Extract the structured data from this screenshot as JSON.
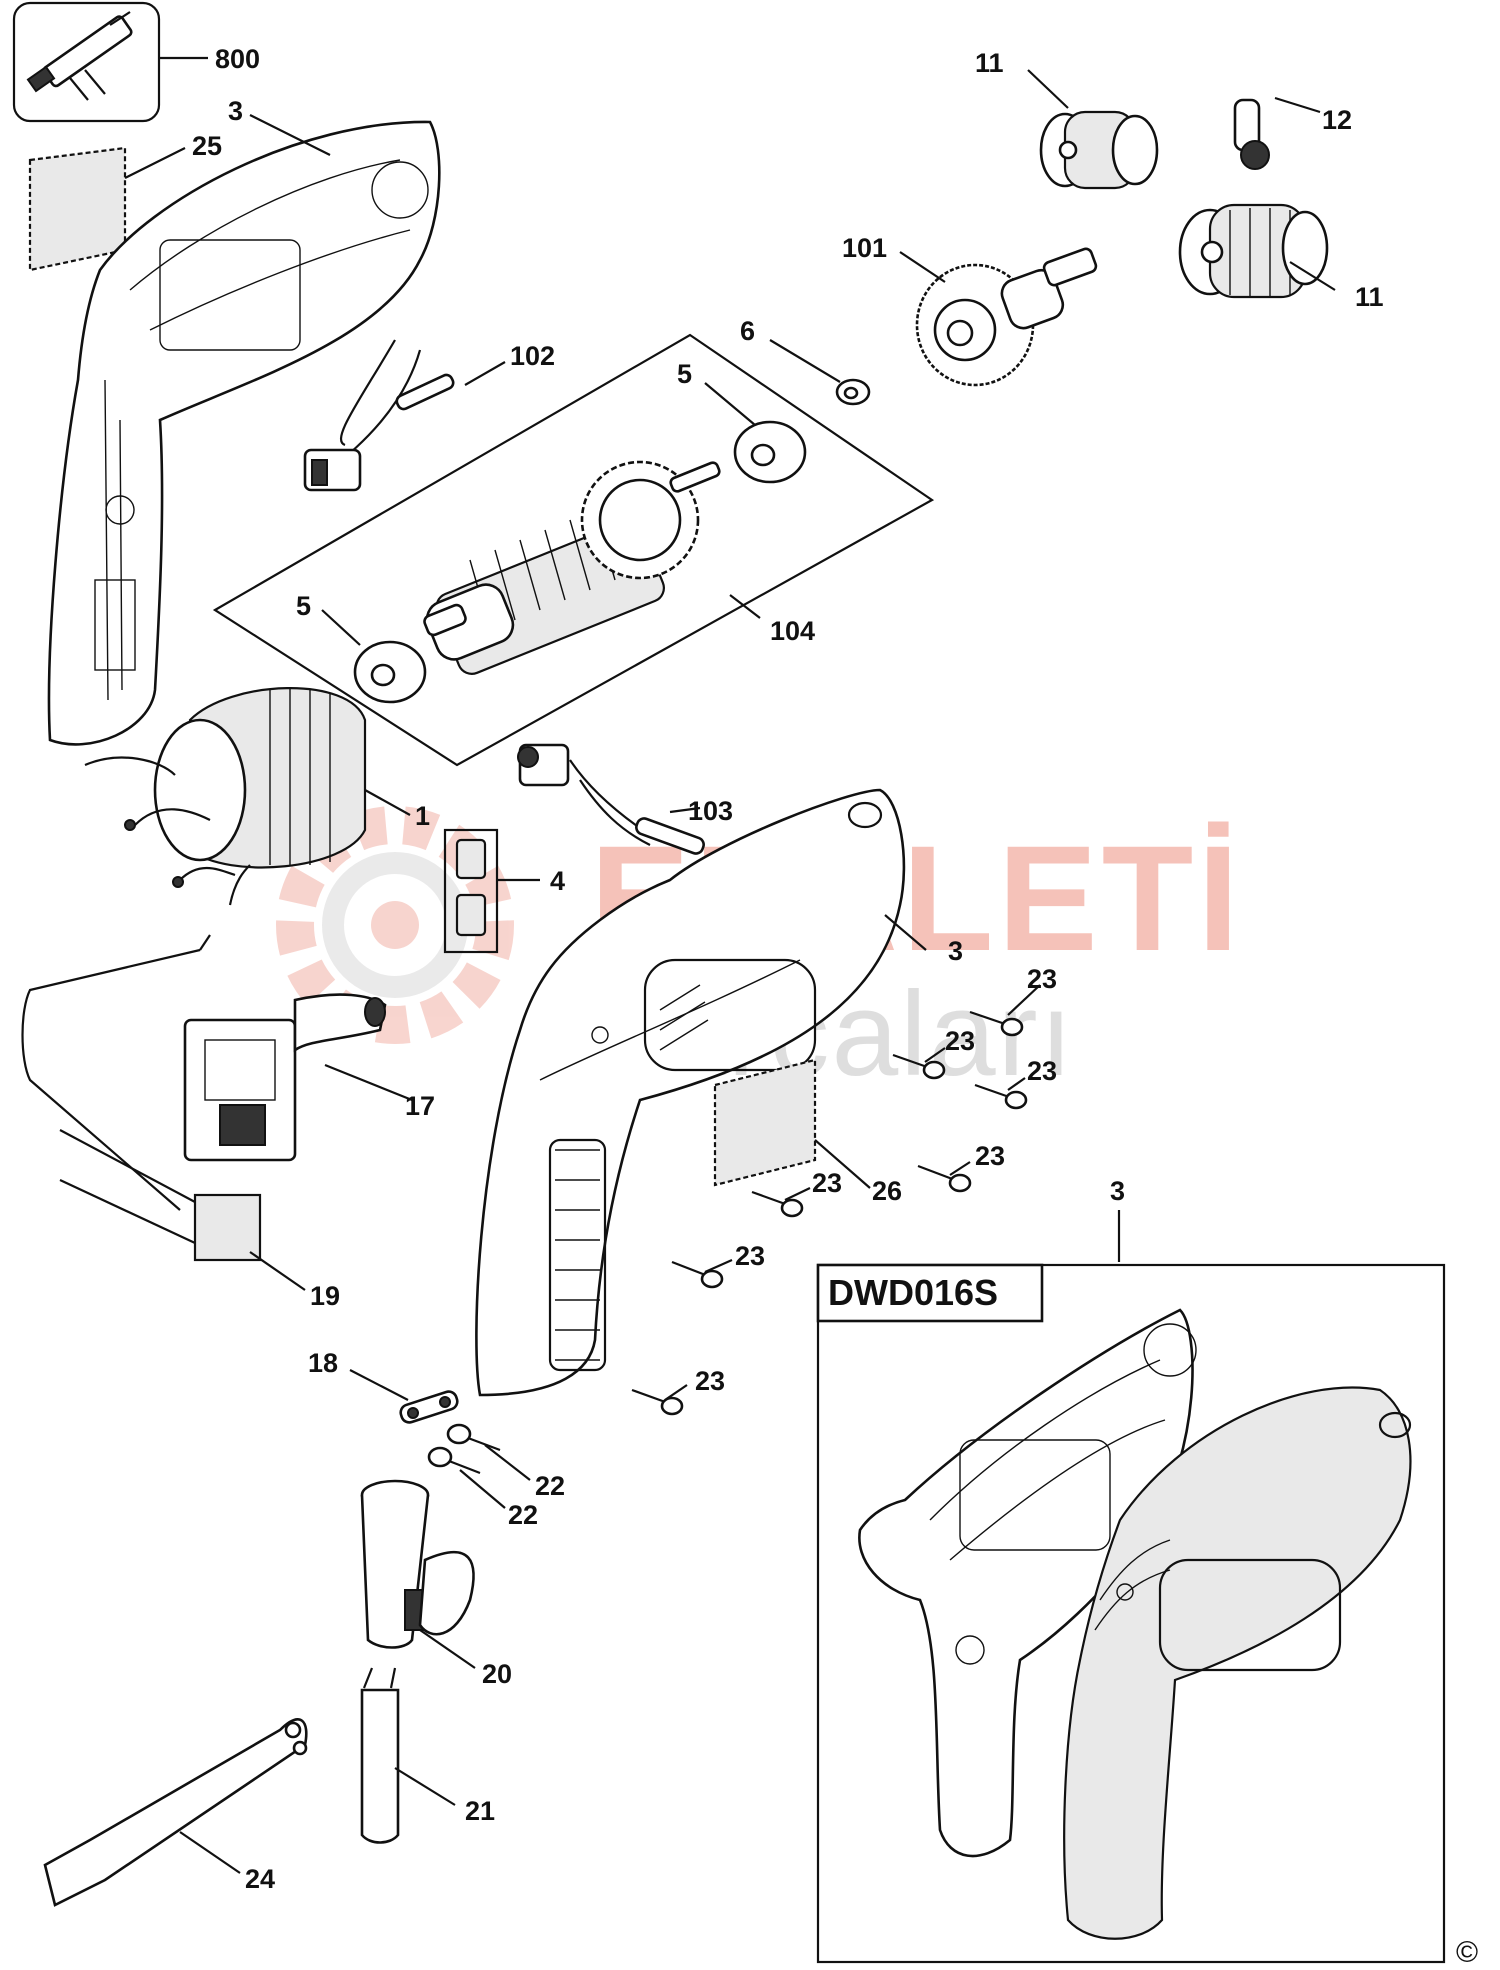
{
  "model_label": "DWD016S",
  "copyright": "©",
  "watermark": {
    "brand": "ELALETİ",
    "tagline": "parçaları"
  },
  "callouts": [
    "800",
    "3",
    "25",
    "102",
    "11",
    "12",
    "101",
    "11",
    "6",
    "5",
    "5",
    "104",
    "1",
    "103",
    "4",
    "3",
    "23",
    "23",
    "23",
    "17",
    "23",
    "26",
    "23",
    "19",
    "23",
    "18",
    "23",
    "22",
    "22",
    "20",
    "21",
    "24",
    "3"
  ]
}
